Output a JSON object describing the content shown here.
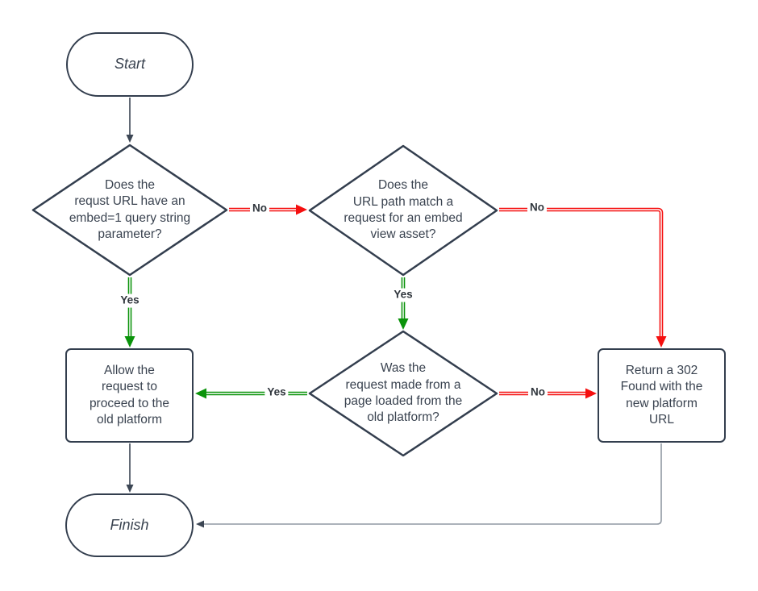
{
  "colors": {
    "background": "#ffffff",
    "stroke": "#333e4e",
    "text": "#3a4350",
    "yes_green": "#0a930a",
    "no_red": "#f50f0f",
    "plain_edge": "#3c4654",
    "elbow_gray": "#9199a3",
    "label_text": "#30363d"
  },
  "nodes": {
    "start": {
      "label": "Start"
    },
    "decision_embed_param": {
      "label": "Does the\nrequst URL have an\nembed=1 query string\nparameter?"
    },
    "decision_url_path": {
      "label": "Does the\nURL path match a\nrequest for an embed\nview asset?"
    },
    "decision_page_origin": {
      "label": "Was the\nrequest made from a\npage loaded from the\nold platform?"
    },
    "process_allow": {
      "label": "Allow the\nrequest to\nproceed to the\nold platform"
    },
    "process_redirect": {
      "label": "Return a 302\nFound with the\nnew platform\nURL"
    },
    "finish": {
      "label": "Finish"
    }
  },
  "edge_labels": {
    "no_to_url_path": "No",
    "yes_to_allow": "Yes",
    "no_to_redirect_top": "No",
    "yes_to_page_origin": "Yes",
    "yes_from_page_origin": "Yes",
    "no_from_page_origin": "No"
  }
}
